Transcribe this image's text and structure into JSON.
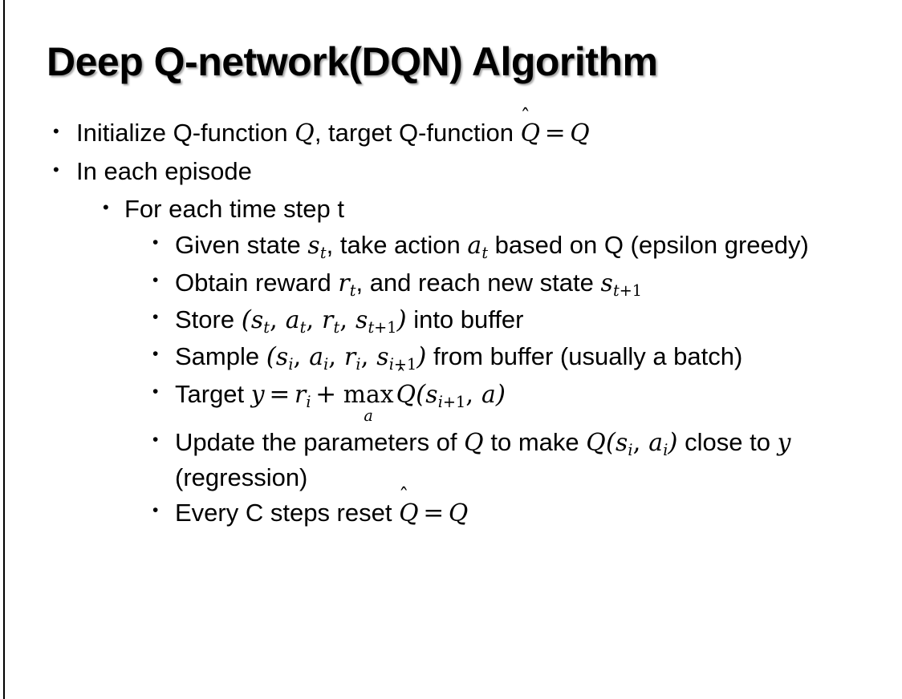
{
  "slide": {
    "title": "Deep Q-network(DQN) Algorithm",
    "background_color": "#ffffff",
    "text_color": "#000000",
    "left_rule_color": "#000000",
    "bullet_glyph": "•"
  },
  "content": {
    "b1": {
      "text_1": "Initialize Q-function ",
      "sym_Q1": "Q",
      "text_2": ", target Q-function ",
      "sym_Qhat": "Q",
      "hat": "̂",
      "eq": "=",
      "sym_Q2": "Q"
    },
    "b2": {
      "text": "In each episode"
    },
    "b3": {
      "text": "For each time step t"
    },
    "b4": {
      "text_1": "Given state ",
      "sym_s": "s",
      "sub_t": "t",
      "text_2": ", take action ",
      "sym_a": "a",
      "sub_t2": "t",
      "text_3": " based on Q (epsilon greedy)"
    },
    "b5": {
      "text_1": "Obtain reward ",
      "sym_r": "r",
      "sub_t": "t",
      "text_2": ", and reach new state ",
      "sym_s": "s",
      "sub_t1": "t",
      "sub_plus1": "+1"
    },
    "b6": {
      "text_1": "Store ",
      "paren_open": "(",
      "sym_s1": "s",
      "sub_1": "t",
      "sep_1": ", ",
      "sym_a": "a",
      "sub_2": "t",
      "sep_2": ", ",
      "sym_r": "r",
      "sub_3": "t",
      "sep_3": ", ",
      "sym_s2": "s",
      "sub_4": "t",
      "sub_4b": "+1",
      "paren_close": ")",
      "text_2": " into buffer"
    },
    "b7": {
      "text_1": "Sample ",
      "paren_open": "(",
      "sym_s1": "s",
      "sub_1": "i",
      "sep_1": ", ",
      "sym_a": "a",
      "sub_2": "i",
      "sep_2": ", ",
      "sym_r": "r",
      "sub_3": "i",
      "sep_3": ", ",
      "sym_s2": "s",
      "sub_4": "i",
      "sub_4b": "+1",
      "paren_close": ")",
      "text_2": " from buffer (usually a batch)"
    },
    "b8": {
      "text_1": "Target ",
      "sym_y": "y",
      "eq": "=",
      "sym_r": "r",
      "sub_i": "i",
      "plus": "+",
      "op_max": "max",
      "op_under_a": "a",
      "sym_Qhat": "Q",
      "hat": "̂",
      "paren_open": "(",
      "sym_s": "s",
      "sub_i1": "i",
      "sub_plus1": "+1",
      "sep": ", ",
      "sym_a": "a",
      "paren_close": ")"
    },
    "b9": {
      "text_1": "Update the parameters of ",
      "sym_Q1": "Q",
      "text_2": " to make ",
      "sym_Q2": "Q",
      "paren_open": "(",
      "sym_s": "s",
      "sub_i": "i",
      "sep": ", ",
      "sym_a": "a",
      "sub_i2": "i",
      "paren_close": ")",
      "text_3": " close to ",
      "sym_y": "y",
      "text_4": " (regression)"
    },
    "b10": {
      "text_1": "Every C steps reset ",
      "sym_Qhat": "Q",
      "hat": "̂",
      "eq": "=",
      "sym_Q": "Q"
    }
  }
}
